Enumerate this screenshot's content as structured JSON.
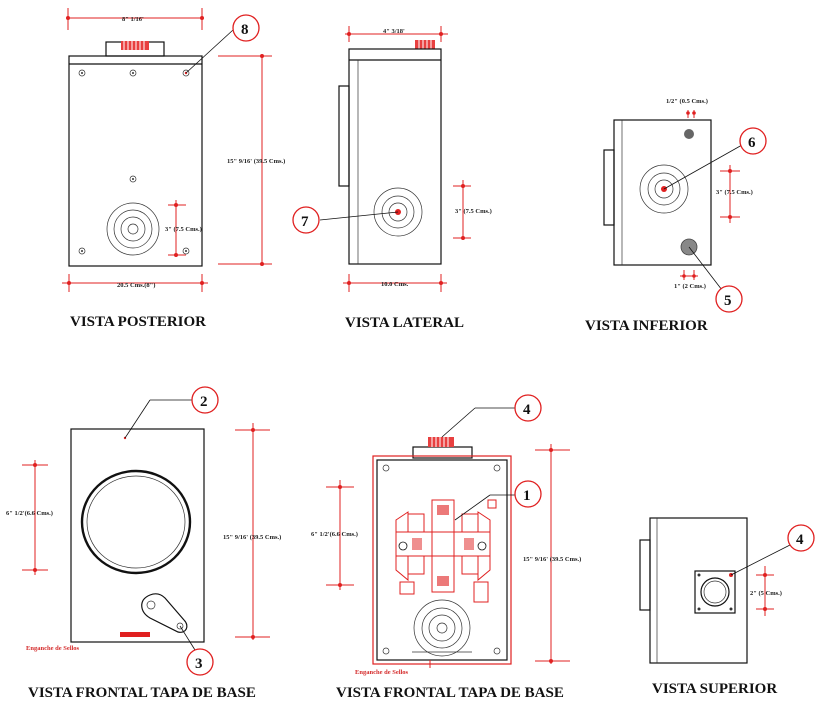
{
  "views": {
    "posterior": {
      "title": "VISTA POSTERIOR",
      "dim_top": "8\" 1/16'",
      "dim_height": "15\"  9/16' (39.5 Cms.)",
      "dim_hub": "3\" (7.5 Cms.)",
      "dim_bottom": "20.5 Cms.(8\")",
      "callout": "8"
    },
    "lateral": {
      "title": "VISTA LATERAL",
      "dim_top": "4\" 3/18'",
      "dim_hub": "3\" (7.5 Cms.)",
      "dim_bottom": "10.0 Cms.",
      "callout": "7"
    },
    "inferior": {
      "title": "VISTA INFERIOR",
      "dim_top": "1/2\" (0.5 Cms.)",
      "dim_side": "3\" (7.5 Cms.)",
      "dim_bottom": "1\" (2 Cms.)",
      "callout_top": "6",
      "callout_bottom": "5"
    },
    "frontal_tapa": {
      "title": "VISTA FRONTAL TAPA DE BASE",
      "dim_left": "6\" 1/2'(6.6 Cms.)",
      "dim_height": "15\"  9/16' (39.5 Cms.)",
      "seal_label": "Enganche de Sellos",
      "callout_top": "2",
      "callout_bottom": "3"
    },
    "frontal_base": {
      "title": "VISTA FRONTAL TAPA DE BASE",
      "dim_left": "6\" 1/2'(6.6 Cms.)",
      "dim_height": "15\"  9/16' (39.5 Cms.)",
      "seal_label": "Enganche de Sellos",
      "callout_top": "4",
      "callout_mid": "1"
    },
    "superior": {
      "title": "VISTA SUPERIOR",
      "dim_side": "2\" (5 Cms.)",
      "callout": "4"
    }
  },
  "colors": {
    "dimension_line": "#e02020",
    "outline": "#111111",
    "callout_border": "#e02020"
  }
}
